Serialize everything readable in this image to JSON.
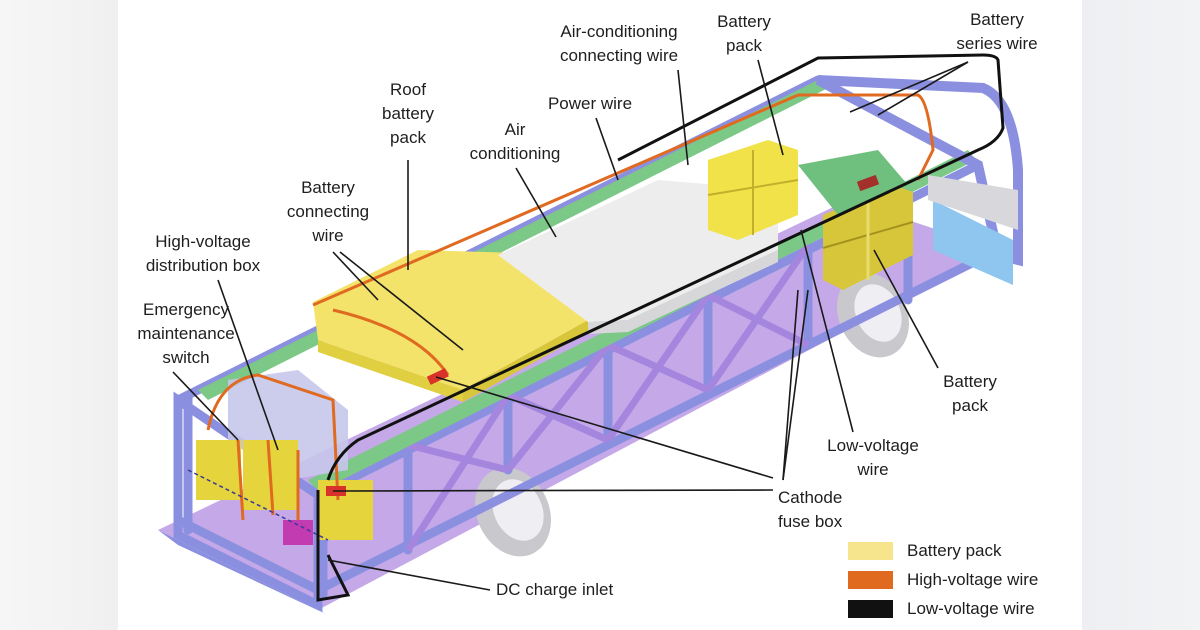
{
  "diagram": {
    "labels": {
      "roof_battery_pack": [
        "Roof",
        "battery",
        "pack"
      ],
      "battery_connecting_wire": [
        "Battery",
        "connecting",
        "wire"
      ],
      "hv_distribution_box": [
        "High-voltage",
        "distribution box"
      ],
      "emergency_switch": [
        "Emergency",
        "maintenance",
        "switch"
      ],
      "air_conditioning": [
        "Air",
        "conditioning"
      ],
      "power_wire": [
        "Power wire"
      ],
      "ac_connecting_wire": [
        "Air-conditioning",
        "connecting wire"
      ],
      "battery_pack_top": [
        "Battery",
        "pack"
      ],
      "battery_series_wire": [
        "Battery",
        "series wire"
      ],
      "battery_pack_right": [
        "Battery",
        "pack"
      ],
      "low_voltage_wire": [
        "Low-voltage",
        "wire"
      ],
      "cathode_fuse_box": [
        "Cathode",
        "fuse box"
      ],
      "dc_charge_inlet": [
        "DC charge inlet"
      ]
    },
    "legend": [
      {
        "label": "Battery pack",
        "color": "#f6e58d"
      },
      {
        "label": "High-voltage wire",
        "color": "#e06a20"
      },
      {
        "label": "Low-voltage wire",
        "color": "#111111"
      }
    ],
    "colors": {
      "frame": "#8b8fe0",
      "frame_dark": "#6f73cf",
      "floor": "#b48ae0",
      "roof_green": "#7cc887",
      "battery": "#f1e24a",
      "battery_light": "#f7ec8a",
      "air_conditioner": "#eeeeee",
      "hv_wire": "#e06a20",
      "lv_wire": "#111111",
      "fuse": "#d8322a",
      "front_blue": "#8fc6ef",
      "wheel": "#cfcfd3"
    }
  }
}
